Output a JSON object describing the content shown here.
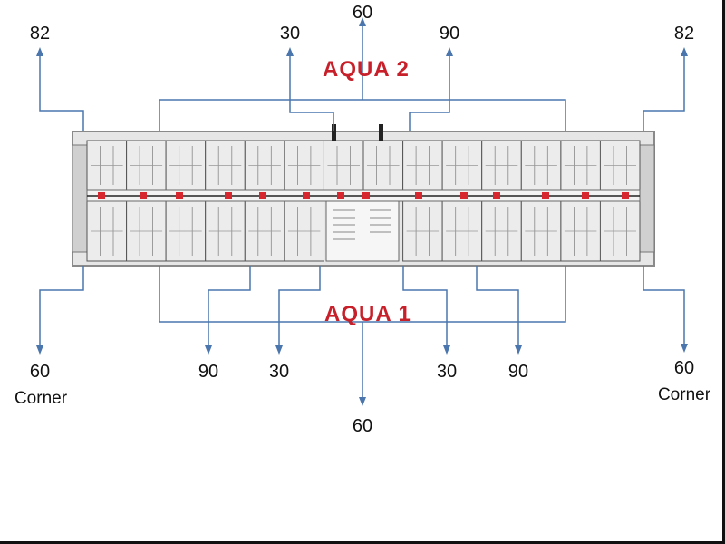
{
  "titles": {
    "top": "AQUA 2",
    "bottom": "AQUA 1"
  },
  "labels": {
    "top_left_82": "82",
    "top_30": "30",
    "top_60": "60",
    "top_90": "90",
    "top_right_82": "82",
    "bottom_left_60": "60",
    "bottom_left_corner": "Corner",
    "bottom_left_90": "90",
    "bottom_left_30": "30",
    "bottom_60": "60",
    "bottom_right_30": "30",
    "bottom_right_90": "90",
    "bottom_right_60": "60",
    "bottom_right_corner": "Corner"
  },
  "colors": {
    "leader_line": "#4a76ad",
    "title": "#c8202a",
    "plan_fill": "#e4e4e4",
    "plan_wall": "#555555",
    "corridor_marker": "#d8262e"
  }
}
